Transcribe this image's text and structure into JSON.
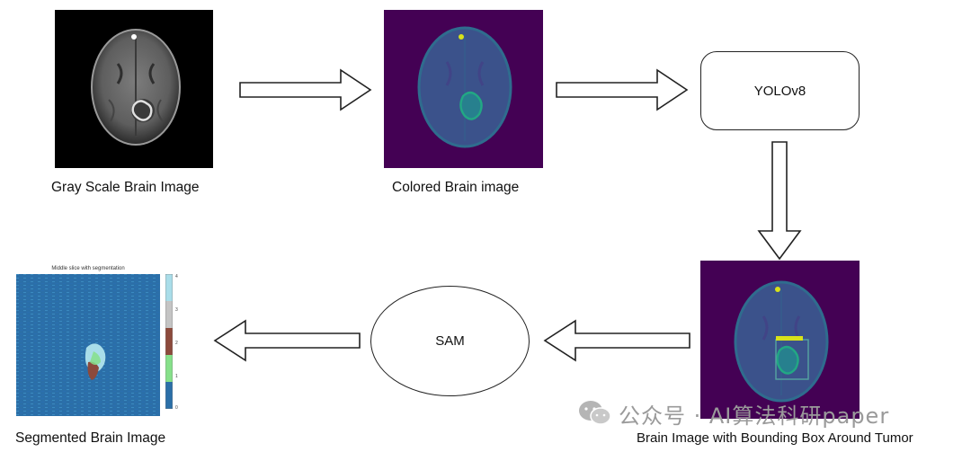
{
  "nodes": {
    "gray_image": {
      "caption": "Gray Scale Brain Image"
    },
    "colored_image": {
      "caption": "Colored Brain image"
    },
    "yolo": {
      "label": "YOLOv8"
    },
    "bbox_image": {
      "caption": "Brain Image with Bounding Box Around Tumor"
    },
    "sam": {
      "label": "SAM"
    },
    "segmented_image": {
      "caption": "Segmented Brain Image",
      "plot_title": "Middle slice with segmentation",
      "colorbar_ticks": [
        "4",
        "3",
        "2",
        "1",
        "0"
      ]
    }
  },
  "edges": [
    {
      "from": "gray_image",
      "to": "colored_image"
    },
    {
      "from": "colored_image",
      "to": "yolo"
    },
    {
      "from": "yolo",
      "to": "bbox_image"
    },
    {
      "from": "bbox_image",
      "to": "sam"
    },
    {
      "from": "sam",
      "to": "segmented_image"
    }
  ],
  "colors": {
    "viridis_bg": "#440154",
    "viridis_brain": "#3b528b",
    "viridis_tumor": "#21a585",
    "bbox_label": "#d8e219",
    "seg_blue": "#2b6fa8",
    "seg_green": "#86e08a",
    "seg_brown": "#8c4a3c",
    "seg_gray": "#c4c4c4",
    "seg_cyan": "#a9dde9"
  },
  "watermark": {
    "text": "公众号 · AI算法科研paper",
    "icon": "wechat-icon"
  }
}
